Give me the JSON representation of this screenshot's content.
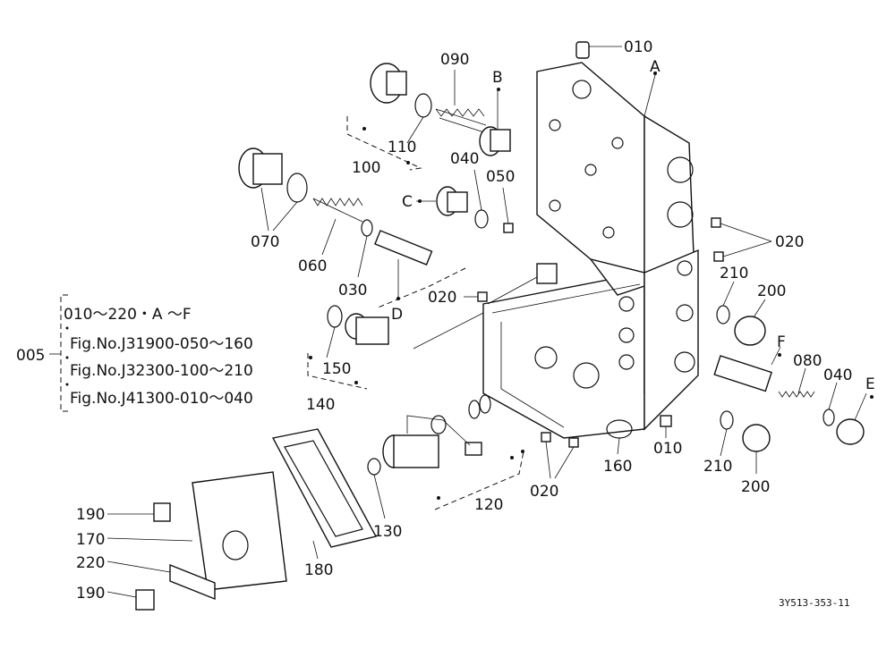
{
  "callouts": {
    "p010a": "010",
    "pA": "A",
    "p090": "090",
    "pB": "B",
    "p110": "110",
    "p100": "100",
    "p040a": "040",
    "p050": "050",
    "pC": "C",
    "p070": "070",
    "p060": "060",
    "p030": "030",
    "pD": "D",
    "p020a": "020",
    "p020b": "020",
    "p210a": "210",
    "p200a": "200",
    "pF": "F",
    "p080": "080",
    "p040b": "040",
    "pE": "E",
    "p150": "150",
    "p140": "140",
    "p160": "160",
    "p010b": "010",
    "p210b": "210",
    "p200b": "200",
    "p020c": "020",
    "p120": "120",
    "p130": "130",
    "p190a": "190",
    "p170": "170",
    "p220": "220",
    "p180": "180",
    "p190b": "190"
  },
  "assembly": {
    "number": "005",
    "lines": [
      "010～220・A  ～F",
      "Fig.No.J31900-050～160",
      "Fig.No.J32300-100～210",
      "Fig.No.J41300-010～040"
    ]
  },
  "drawing_code": "3Y513-353-11"
}
